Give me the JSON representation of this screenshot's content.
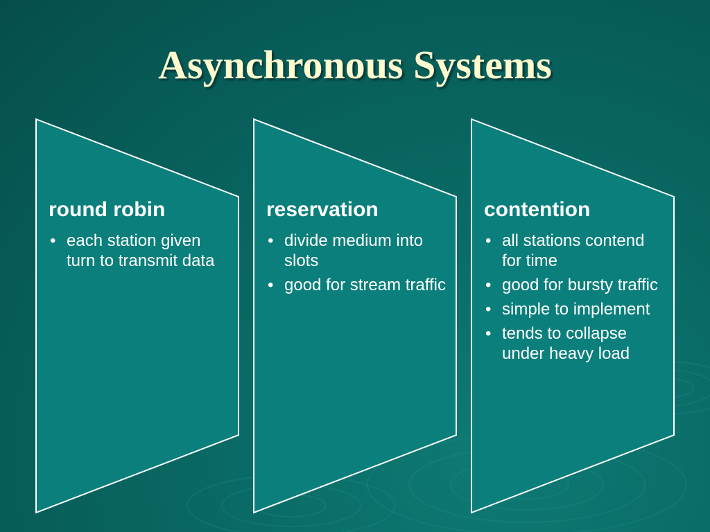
{
  "slide": {
    "title": "Asynchronous Systems"
  },
  "panels": [
    {
      "heading": "round robin",
      "bullets": [
        "each station given turn to transmit data"
      ]
    },
    {
      "heading": "reservation",
      "bullets": [
        "divide medium into slots",
        "good for stream traffic"
      ]
    },
    {
      "heading": "contention",
      "bullets": [
        "all stations contend for time",
        "good for bursty traffic",
        "simple to implement",
        "tends to collapse under heavy load"
      ]
    }
  ],
  "colors": {
    "background": "#075a56",
    "panel_fill": "#0b7f7b",
    "panel_border": "#ffffff",
    "title_text": "#fffbcf",
    "body_text": "#ffffff"
  },
  "icons": {
    "bullet": "bullet-dot"
  }
}
